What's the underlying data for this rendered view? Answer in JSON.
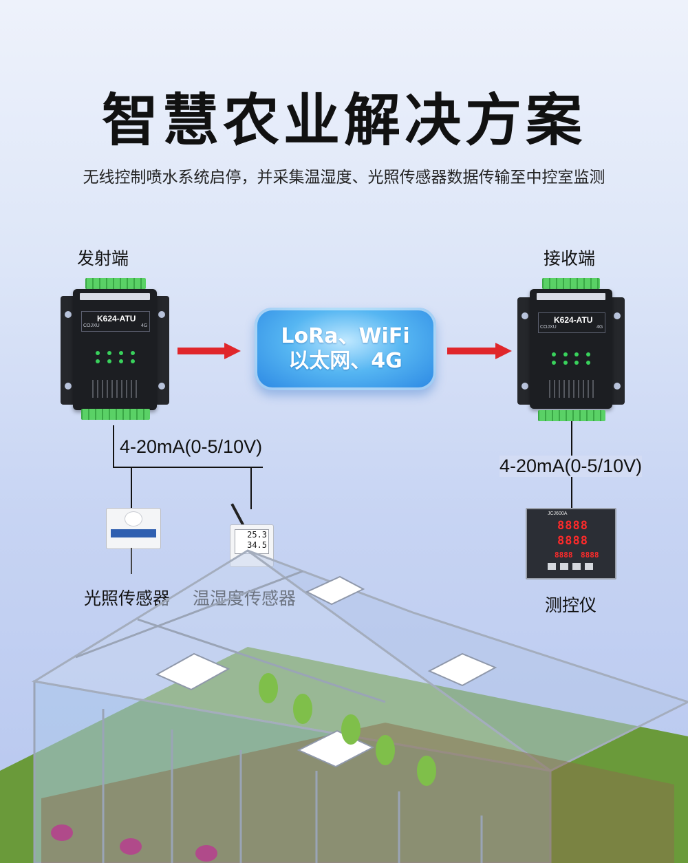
{
  "title": "智慧农业解决方案",
  "subtitle": "无线控制喷水系统启停，并采集温湿度、光照传感器数据传输至中控室监测",
  "transmitter": {
    "label": "发射端",
    "model": "K624-ATU",
    "variant": "4G",
    "brand": "COJXU"
  },
  "receiver": {
    "label": "接收端",
    "model": "K624-ATU",
    "variant": "4G",
    "brand": "COJXU"
  },
  "network": {
    "line1": "LoRa、WiFi",
    "line2": "以太网、4G"
  },
  "signal_left": "4-20mA(0-5/10V)",
  "signal_right": "4-20mA(0-5/10V)",
  "sensors": {
    "light_label": "光照传感器",
    "temp_label": "温湿度传感器",
    "temp_reading_1": "25.3",
    "temp_reading_2": "34.5"
  },
  "controller": {
    "label": "测控仪",
    "model": "JCJ600A",
    "row1": "8888",
    "row2": "8888",
    "row3a": "8888",
    "row3b": "8888"
  },
  "colors": {
    "arrow": "#e0262b",
    "terminal": "#4fc25a",
    "led": "#39d25c",
    "bubble": "#3a9cec"
  }
}
